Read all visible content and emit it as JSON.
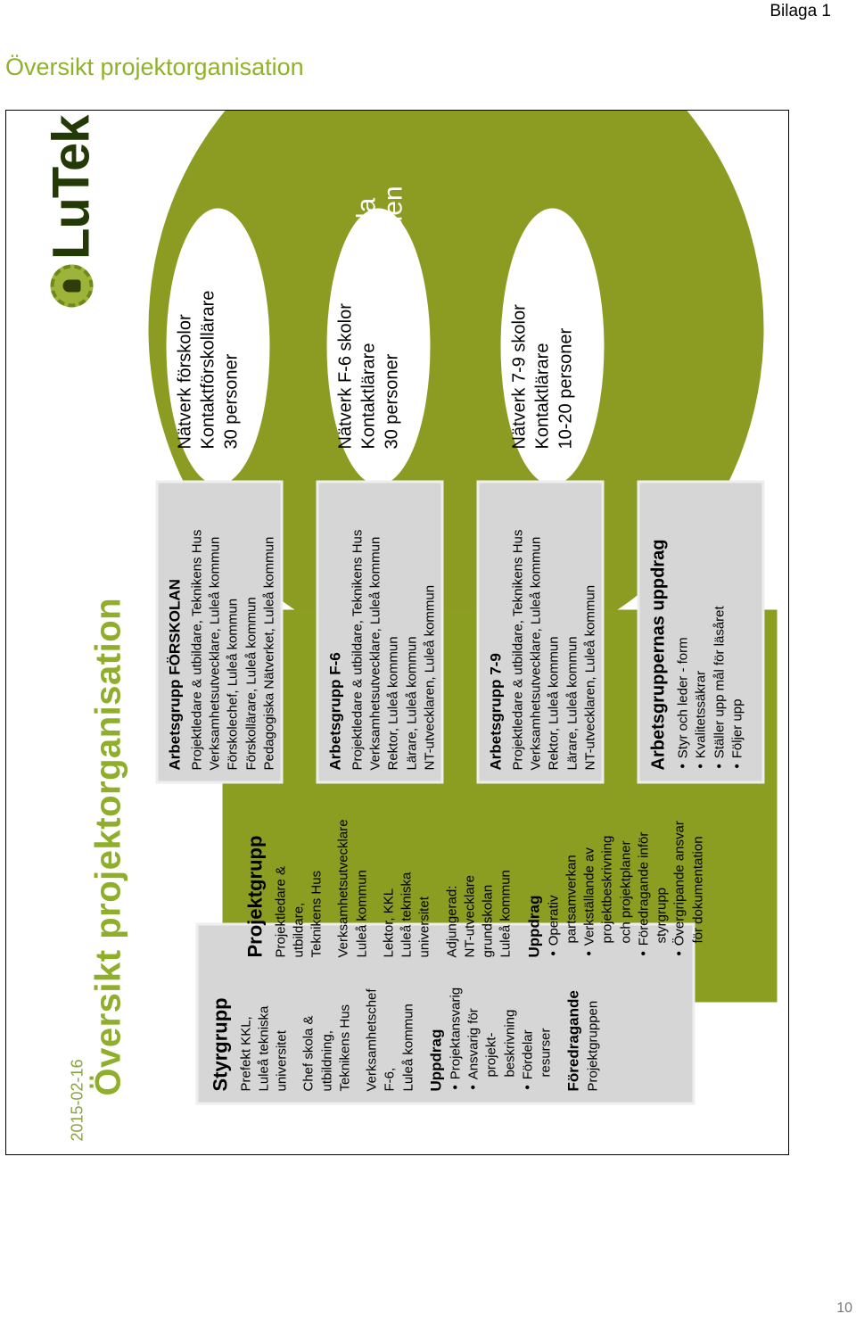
{
  "page": {
    "bilaga": "Bilaga 1",
    "title": "Översikt projektorganisation",
    "page_number": "10"
  },
  "slide": {
    "date": "2015-02-16",
    "title": "Översikt projektorganisation",
    "logo_text": "LuTek",
    "roda_line1": "Röda",
    "roda_line2": "tråden",
    "networks": [
      {
        "l1": "Nätverk förskolor",
        "l2": "Kontaktförskollärare",
        "l3": "30 personer"
      },
      {
        "l1": "Nätverk F-6 skolor",
        "l2": "Kontaktlärare",
        "l3": "30 personer"
      },
      {
        "l1": "Nätverk 7-9 skolor",
        "l2": "Kontaktlärare",
        "l3": "10-20 personer"
      }
    ],
    "styrgrupp": {
      "heading": "Styrgrupp",
      "p1a": "Prefekt KKL,",
      "p1b": "Luleå tekniska",
      "p1c": "universitet",
      "p2a": "Chef skola &",
      "p2b": "utbildning,",
      "p2c": "Teknikens Hus",
      "p3a": "Verksamhetschef",
      "p3b": "F-6,",
      "p3c": "Luleå kommun",
      "uppdrag": "Uppdrag",
      "u1": "Projektansvarig",
      "u2a": "Ansvarig för",
      "u2b": "projekt-",
      "u2c": "beskrivning",
      "u3a": "Fördelar",
      "u3b": "resurser",
      "foredragande": "Föredragande",
      "foredragande_value": "Projektgruppen"
    },
    "projektgrupp": {
      "heading": "Projektgrupp",
      "p1a": "Projektledare &",
      "p1b": "utbildare,",
      "p1c": "Teknikens Hus",
      "p2a": "Verksamhetsutvecklare",
      "p2b": "Luleå kommun",
      "p3a": "Lektor, KKL",
      "p3b": "Luleå tekniska",
      "p3c": "universitet",
      "p4a": "Adjungerad:",
      "p4b": "NT-utvecklare",
      "p4c": "grundskolan",
      "p4d": "Luleå kommun",
      "uppdrag": "Uppdrag",
      "u1a": "Operativ",
      "u1b": "partsamverkan",
      "u2a": "Verkställande av",
      "u2b": "projektbeskrivning",
      "u2c": "och projektplaner",
      "u3a": "Föredragande inför",
      "u3b": "styrgrupp",
      "u4a": "Övergripande ansvar",
      "u4b": "för dokumentation"
    },
    "arbetsgrupper": [
      {
        "heading": "Arbetsgrupp FÖRSKOLAN",
        "lines": [
          "Projektledare & utbildare, Teknikens Hus",
          "Verksamhetsutvecklare, Luleå kommun",
          "Förskolechef, Luleå kommun",
          "Förskollärare, Luleå kommun",
          "Pedagogiska Nätverket, Luleå kommun"
        ]
      },
      {
        "heading": "Arbetsgrupp  F-6",
        "lines": [
          "Projektledare & utbildare, Teknikens Hus",
          "Verksamhetsutvecklare, Luleå kommun",
          "Rektor, Luleå kommun",
          "Lärare, Luleå kommun",
          "NT-utvecklaren, Luleå kommun"
        ]
      },
      {
        "heading": "Arbetsgrupp  7-9",
        "lines": [
          "Projektledare & utbildare, Teknikens Hus",
          "Verksamhetsutvecklare, Luleå kommun",
          "Rektor, Luleå kommun",
          "Lärare, Luleå kommun",
          "NT-utvecklaren, Luleå kommun"
        ]
      }
    ],
    "uppdrag_box": {
      "heading": "Arbetsgruppernas uppdrag",
      "items": [
        "Styr och leder - form",
        "Kvalitetssäkrar",
        "Ställer upp mål för läsåret",
        "Följer upp"
      ]
    }
  }
}
